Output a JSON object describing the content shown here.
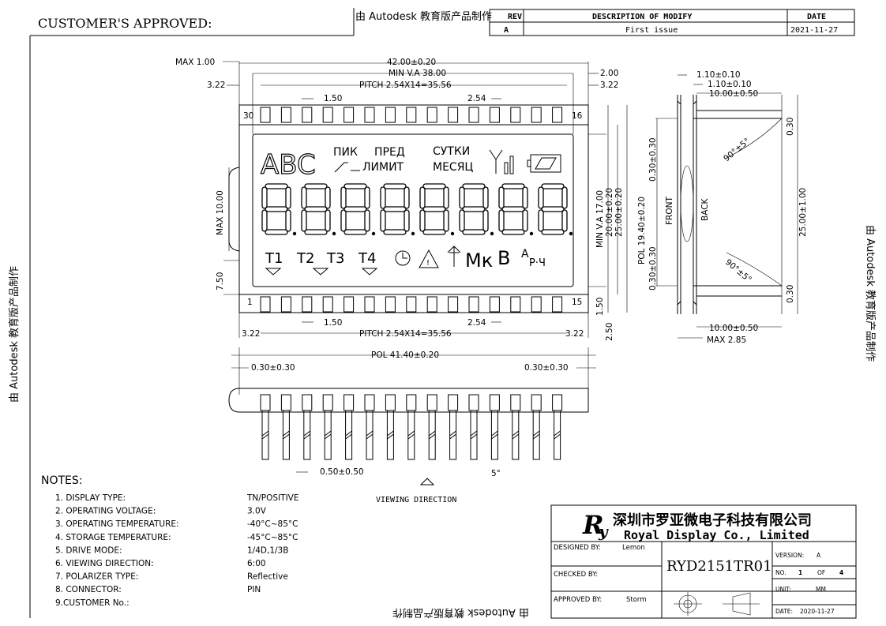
{
  "header": {
    "customer_approved": "CUSTOMER'S APPROVED:",
    "watermark_top": "由 Autodesk 教育版产品制作",
    "rev_col": "REV",
    "desc_col": "DESCRIPTION OF MODIFY",
    "date_col": "DATE",
    "rev_a": "A",
    "first_issue": "First issue",
    "rev_date": "2021-11-27"
  },
  "watermarks": {
    "left": "由 Autodesk 教育版产品制作",
    "right": "由 Autodesk 教育版产品制作",
    "bottom": "由 Autodesk 教育版产品制作"
  },
  "dims": {
    "max_1": "MAX 1.00",
    "width_42": "42.00±0.20",
    "min_va_38": "MIN V.A 38.00",
    "d_2": "2.00",
    "d_322": "3.22",
    "pitch_top": "PITCH 2.54X14=35.56",
    "d_150": "1.50",
    "d_254": "2.54",
    "pin30": "30",
    "pin16": "16",
    "pin1": "1",
    "pin15": "15",
    "max_10": "MAX 10.00",
    "d_750": "7.50",
    "min_va_17": "MIN V.A 17.00",
    "d_20": "20.00±0.20",
    "d_25": "25.00±0.20",
    "pol_194": "POL 19.40±0.20",
    "d_030": "0.30±0.30",
    "d_250": "2.50",
    "pitch_bottom": "PITCH 2.54X14=35.56",
    "pol_414": "POL 41.40±0.20",
    "d_050": "0.50±0.50",
    "angle_5": "5°",
    "viewing_direction": "VIEWING DIRECTION",
    "side_110a": "1.10±0.10",
    "side_110b": "1.10±0.10",
    "side_10a": "10.00±0.50",
    "side_10b": "10.00±0.50",
    "side_max285": "MAX 2.85",
    "side_030a": "0.30",
    "side_030b": "0.30",
    "side_25": "25.00±1.00",
    "side_front": "FRONT",
    "side_back": "BACK",
    "side_angle": "90°±5°"
  },
  "lcd": {
    "abc": "ABC",
    "pik": "ПИК",
    "pred": "ПРЕД",
    "limit": "ЛИМИТ",
    "sutki": "СУТКИ",
    "mesyac": "МЕСЯЦ",
    "t1": "T1",
    "t2": "T2",
    "t3": "T3",
    "t4": "T4",
    "mk": "Мк",
    "b": "В",
    "a": "А",
    "rch": "Р·Ч"
  },
  "notes": {
    "title": "NOTES:",
    "items": [
      {
        "label": "1. DISPLAY TYPE:",
        "value": "TN/POSITIVE"
      },
      {
        "label": "2. OPERATING VOLTAGE:",
        "value": "3.0V"
      },
      {
        "label": "3. OPERATING TEMPERATURE:",
        "value": "-40°C~85°C"
      },
      {
        "label": "4. STORAGE TEMPERATURE:",
        "value": "-45°C~85°C"
      },
      {
        "label": "5. DRIVE MODE:",
        "value": "1/4D,1/3B"
      },
      {
        "label": "6. VIEWING DIRECTION:",
        "value": "6:00"
      },
      {
        "label": "7. POLARIZER TYPE:",
        "value": "Reflective"
      },
      {
        "label": "8. CONNECTOR:",
        "value": "PIN"
      },
      {
        "label": "9.CUSTOMER No.:",
        "value": ""
      }
    ]
  },
  "titleblock": {
    "company_cn": "深圳市罗亚微电子科技有限公司",
    "company_en": "Royal Display Co., Limited",
    "designed_by": "DESIGNED BY:",
    "designer": "Lemon",
    "checked_by": "CHECKED BY:",
    "approved_by": "APPROVED BY:",
    "approver": "Storm",
    "part_no": "RYD2151TR01",
    "version_label": "VERSION:",
    "version": "A",
    "no_label": "NO.",
    "no_value": "1",
    "of_label": "OF",
    "of_value": "4",
    "unit_label": "UNIT:",
    "unit": "MM",
    "date_label": "DATE:",
    "date": "2020-11-27"
  }
}
